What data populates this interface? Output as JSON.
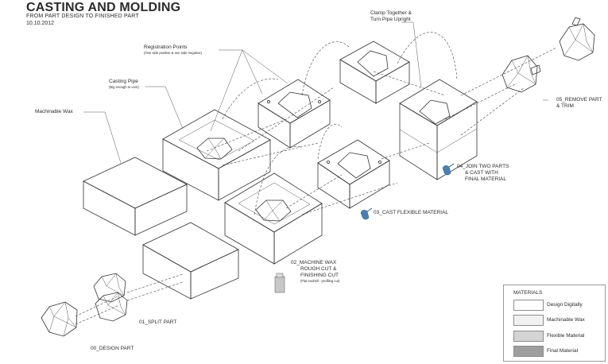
{
  "header": {
    "title": "CASTING AND MOLDING",
    "subtitle": "FROM PART DESIGN TO FINISHED PART",
    "date": "10.10.2012"
  },
  "labels": {
    "registration_points": "Registration Points",
    "registration_points_note": "(One side positive & one side negative)",
    "casting_pipe": "Casting Pipe",
    "casting_pipe_note": "(Big enough to vent)",
    "machinable_wax": "Machinable Wax",
    "clamp_line1": "Clamp Together &",
    "clamp_line2": "Turn Pipe Upright",
    "step_00": "00_DESIGN PART",
    "step_01": "01_SPLIT PART",
    "step_02_line1": "02_MACHINE WAX",
    "step_02_line2": "ROUGH CUT &",
    "step_02_line3": "FINISHING CUT",
    "step_02_note": "(Flat endmill - profiling cut)",
    "step_03": "03_CAST FLEXIBLE MATERIAL",
    "step_04_line1": "04_JOIN TWO PARTS",
    "step_04_line2": "& CAST WITH",
    "step_04_line3": "FINAL MATERIAL",
    "step_05_line1": "05_REMOVE PART",
    "step_05_line2": "& TRIM"
  },
  "legend": {
    "title": "MATERIALS",
    "items": [
      {
        "label": "Design Digitally",
        "color": "#ffffff"
      },
      {
        "label": "Machinable Wax",
        "color": "#f1f1f1"
      },
      {
        "label": "Flexible Material",
        "color": "#d4d4d4"
      },
      {
        "label": "Final Material",
        "color": "#9e9e9e"
      }
    ]
  },
  "colors": {
    "line": "#333333",
    "wax": "#f1f1f1",
    "flexible": "#d4d4d4",
    "final": "#9e9e9e",
    "bottle_accent": "#4a7fb0"
  }
}
